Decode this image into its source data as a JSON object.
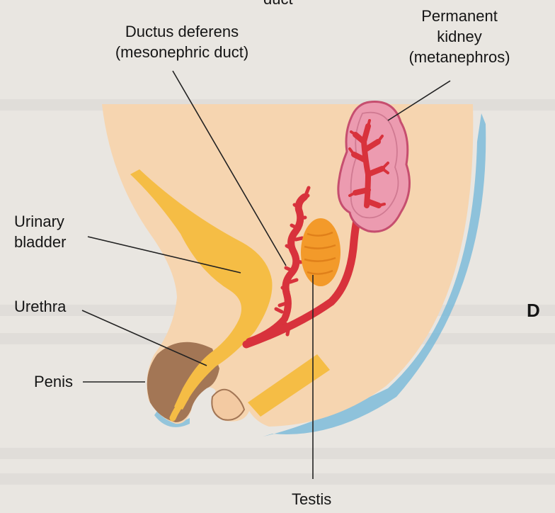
{
  "labels": {
    "top_partial": "duct",
    "ductus_deferens": [
      "Ductus deferens",
      "(mesonephric duct)"
    ],
    "permanent_kidney": [
      "Permanent",
      "kidney",
      "(metanephros)"
    ],
    "urinary_bladder": [
      "Urinary",
      "bladder"
    ],
    "urethra": "Urethra",
    "penis": "Penis",
    "testis": "Testis",
    "panel": "D"
  },
  "colors": {
    "background": "#e9e6e1",
    "body_skin": "#f6d5b0",
    "shadow": "#6fb6d8",
    "bladder_yellow": "#f5bd45",
    "duct_red": "#d8323c",
    "kidney_pink": "#e98aa2",
    "testis_orange": "#f39a2a",
    "penis_brown": "#a37655",
    "leader_line": "#222222"
  }
}
